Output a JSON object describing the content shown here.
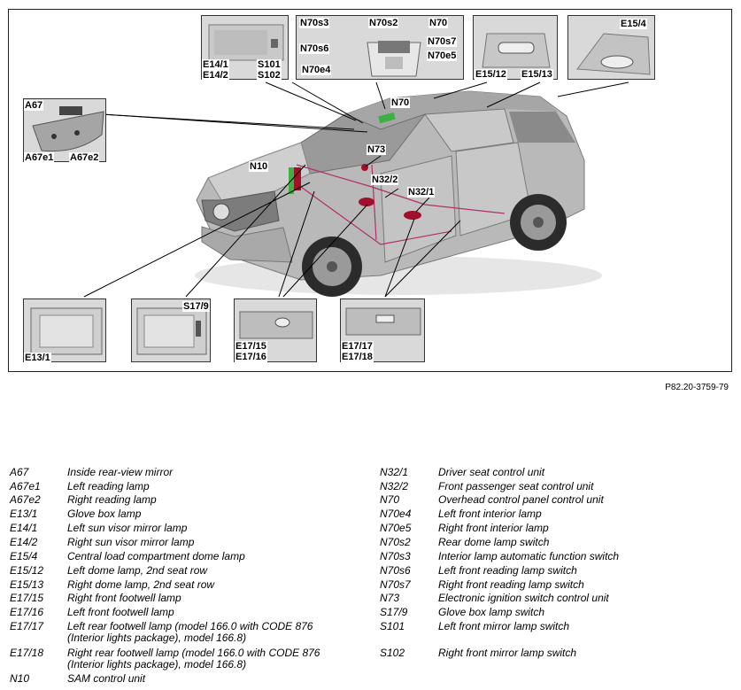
{
  "callouts": {
    "A67": "A67",
    "A67e1": "A67e1",
    "A67e2": "A67e2",
    "E14_1": "E14/1",
    "E14_2": "E14/2",
    "S101": "S101",
    "S102": "S102",
    "N70s3": "N70s3",
    "N70s2": "N70s2",
    "N70": "N70",
    "N70s6": "N70s6",
    "N70s7": "N70s7",
    "N70e4": "N70e4",
    "N70e5": "N70e5",
    "E15_12": "E15/12",
    "E15_13": "E15/13",
    "E15_4": "E15/4",
    "N70_car": "N70",
    "N73": "N73",
    "N10": "N10",
    "N32_2": "N32/2",
    "N32_1": "N32/1",
    "E13_1": "E13/1",
    "S17_9": "S17/9",
    "E17_15": "E17/15",
    "E17_16": "E17/16",
    "E17_17": "E17/17",
    "E17_18": "E17/18"
  },
  "figure_ref": "P82.20-3759-79",
  "legend_left": [
    {
      "code": "A67",
      "desc": "Inside rear-view mirror"
    },
    {
      "code": "A67e1",
      "desc": "Left reading lamp"
    },
    {
      "code": "A67e2",
      "desc": "Right reading lamp"
    },
    {
      "code": "E13/1",
      "desc": "Glove box lamp"
    },
    {
      "code": "E14/1",
      "desc": "Left sun visor mirror lamp"
    },
    {
      "code": "E14/2",
      "desc": "Right sun visor mirror lamp"
    },
    {
      "code": "E15/4",
      "desc": "Central load compartment dome lamp"
    },
    {
      "code": "E15/12",
      "desc": "Left dome lamp, 2nd seat row"
    },
    {
      "code": "E15/13",
      "desc": "Right dome lamp, 2nd seat row"
    },
    {
      "code": "E17/15",
      "desc": "Right front footwell lamp"
    },
    {
      "code": "E17/16",
      "desc": "Left front footwell lamp"
    },
    {
      "code": "E17/17",
      "desc": "Left rear footwell lamp (model 166.0 with CODE 876",
      "desc2": "(Interior lights package), model 166.8)"
    },
    {
      "code": "E17/18",
      "desc": "Right rear footwell lamp (model 166.0 with CODE 876",
      "desc2": "(Interior lights package), model 166.8)"
    },
    {
      "code": "N10",
      "desc": "SAM control unit"
    }
  ],
  "legend_right": [
    {
      "code": "N32/1",
      "desc": "Driver seat control unit"
    },
    {
      "code": "N32/2",
      "desc": "Front passenger seat control unit"
    },
    {
      "code": "N70",
      "desc": "Overhead control panel control unit"
    },
    {
      "code": "N70e4",
      "desc": "Left front interior lamp"
    },
    {
      "code": "N70e5",
      "desc": "Right front interior lamp"
    },
    {
      "code": "N70s2",
      "desc": "Rear dome lamp switch"
    },
    {
      "code": "N70s3",
      "desc": "Interior lamp automatic function switch"
    },
    {
      "code": "N70s6",
      "desc": "Left front reading lamp switch"
    },
    {
      "code": "N70s7",
      "desc": "Right front reading lamp switch"
    },
    {
      "code": "N73",
      "desc": "Electronic ignition switch control unit"
    },
    {
      "code": "S17/9",
      "desc": "Glove box lamp switch"
    },
    {
      "code": "S101",
      "desc": "Left front mirror lamp switch"
    },
    {
      "code": "S102",
      "desc": "Right front mirror lamp switch"
    }
  ],
  "colors": {
    "highlight_green": "#3cb043",
    "highlight_red": "#a0102a",
    "harness": "#b0306a"
  }
}
